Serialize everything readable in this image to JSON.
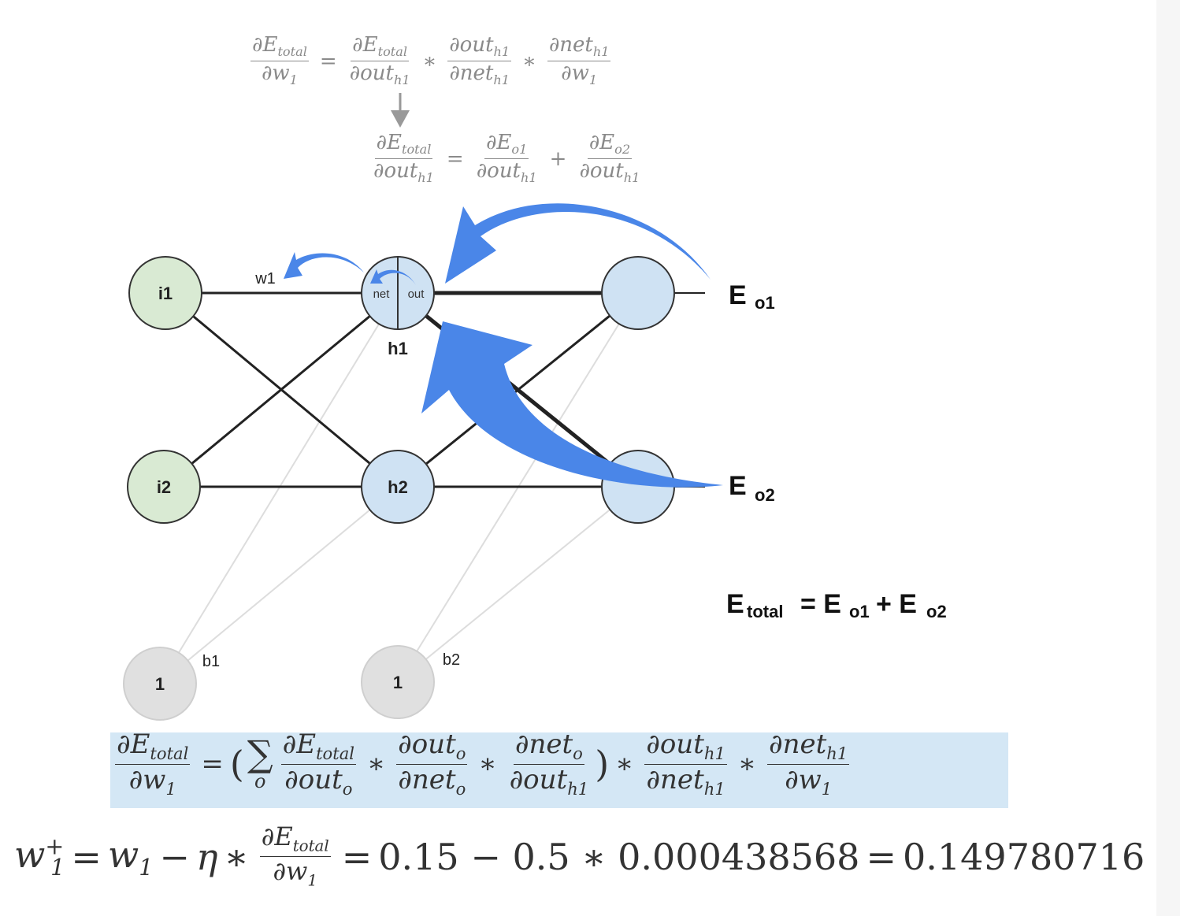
{
  "equations": {
    "top": {
      "lhs_num": "∂E",
      "lhs_num_sub": "total",
      "lhs_den": "∂w",
      "lhs_den_sub": "1",
      "t1_num": "∂E",
      "t1_num_sub": "total",
      "t1_den": "∂out",
      "t1_den_sub": "h1",
      "t2_num": "∂out",
      "t2_num_sub": "h1",
      "t2_den": "∂net",
      "t2_den_sub": "h1",
      "t3_num": "∂net",
      "t3_num_sub": "h1",
      "t3_den": "∂w",
      "t3_den_sub": "1",
      "eq": "=",
      "times": "∗"
    },
    "second": {
      "lhs_num": "∂E",
      "lhs_num_sub": "total",
      "lhs_den": "∂out",
      "lhs_den_sub": "h1",
      "t1_num": "∂E",
      "t1_num_sub": "o1",
      "t1_den": "∂out",
      "t1_den_sub": "h1",
      "t2_num": "∂E",
      "t2_num_sub": "o2",
      "t2_den": "∂out",
      "t2_den_sub": "h1",
      "eq": "=",
      "plus": "+"
    },
    "main": {
      "lhs_num": "∂E",
      "lhs_num_sub": "total",
      "lhs_den": "∂w",
      "lhs_den_sub": "1",
      "sum_symbol": "∑",
      "sum_index": "o",
      "t1_num": "∂E",
      "t1_num_sub": "total",
      "t1_den": "∂out",
      "t1_den_sub": "o",
      "t2_num": "∂out",
      "t2_num_sub": "o",
      "t2_den": "∂net",
      "t2_den_sub": "o",
      "t3_num": "∂net",
      "t3_num_sub": "o",
      "t3_den": "∂out",
      "t3_den_sub": "h1",
      "t4_num": "∂out",
      "t4_num_sub": "h1",
      "t4_den": "∂net",
      "t4_den_sub": "h1",
      "t5_num": "∂net",
      "t5_num_sub": "h1",
      "t5_den": "∂w",
      "t5_den_sub": "1",
      "eq": "=",
      "times": "∗",
      "lparen": "(",
      "rparen": ")"
    },
    "update": {
      "lhs": "w",
      "lhs_sub": "1",
      "lhs_sup": "+",
      "w": "w",
      "w_sub": "1",
      "minus": "−",
      "eta": "η",
      "times": "∗",
      "frac_num": "∂E",
      "frac_num_sub": "total",
      "frac_den": "∂w",
      "frac_den_sub": "1",
      "eq": "=",
      "numeric": "0.15 − 0.5 ∗ 0.000438568",
      "result": "0.149780716"
    }
  },
  "diagram": {
    "nodes": {
      "i1": "i1",
      "i2": "i2",
      "h2": "h2",
      "h1_caption": "h1",
      "h1_net": "net",
      "h1_out": "out",
      "bias1": "1",
      "bias2": "1"
    },
    "weights": {
      "w1": "w1",
      "b1": "b1",
      "b2": "b2"
    },
    "errors": {
      "eo1": "E",
      "eo1_sub": "o1",
      "eo2": "E",
      "eo2_sub": "o2",
      "total": "E",
      "total_sub": "total",
      "total_eq": "= E",
      "total_eq_sub1": "o1",
      "total_plus": "+ E",
      "total_eq_sub2": "o2"
    },
    "colors": {
      "input_fill": "#d9ead3",
      "hidden_fill": "#cfe2f3",
      "bias_fill": "#e0e0e0",
      "arrow_blue": "#4a86e8",
      "highlight": "#d4e7f5"
    }
  }
}
